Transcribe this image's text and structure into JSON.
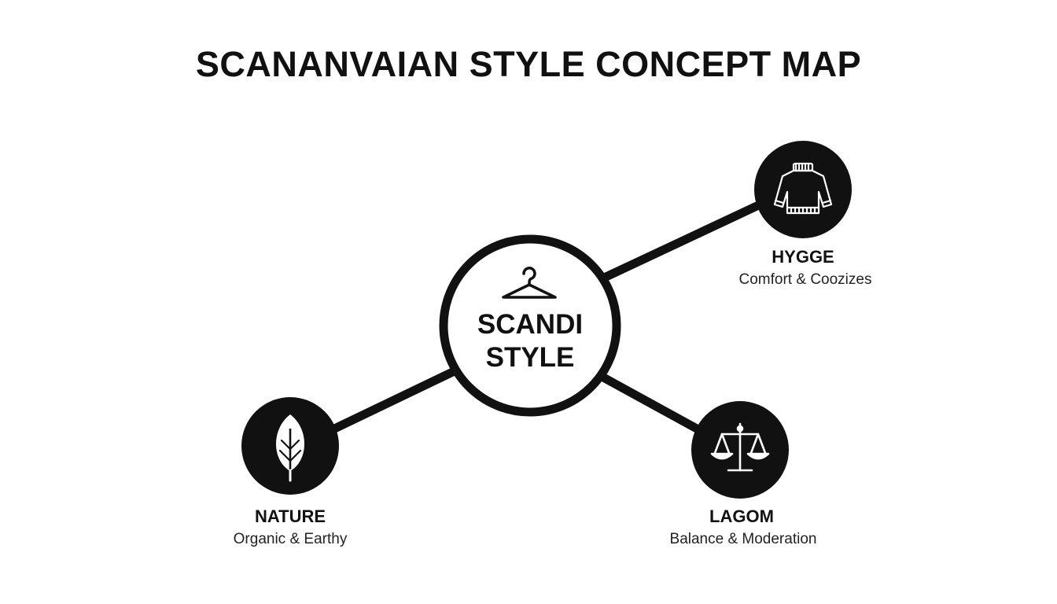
{
  "title": "SCANANVAIAN STYLE CONCEPT MAP",
  "center": {
    "line1": "SCANDI",
    "line2": "STYLE",
    "icon": "clothes-hanger-icon"
  },
  "nodes": {
    "hygge": {
      "title": "HYGGE",
      "subtitle": "Comfort & Coozizes",
      "icon": "sweater-icon"
    },
    "nature": {
      "title": "NATURE",
      "subtitle": "Organic & Earthy",
      "icon": "leaf-icon"
    },
    "lagom": {
      "title": "LAGOM",
      "subtitle": "Balance & Moderation",
      "icon": "balance-scale-icon"
    }
  },
  "colors": {
    "ink": "#111111",
    "background": "#ffffff"
  }
}
